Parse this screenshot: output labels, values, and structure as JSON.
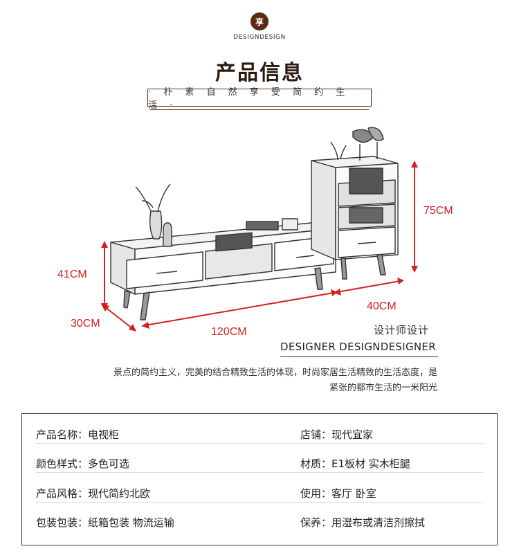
{
  "header": {
    "logo_char": "享",
    "brand": "DESIGNDESIGN",
    "title": "产品信息",
    "slogan": "· 朴 素 自 然 享 受 简 约 生 活 ·"
  },
  "dimensions": {
    "height_tv": "41CM",
    "depth": "30CM",
    "width": "120CM",
    "width_side": "40CM",
    "height_cabinet": "75CM"
  },
  "designer": {
    "cn": "设计师设计",
    "en": "DESIGNER DESIGNDESIGNER"
  },
  "description": {
    "line1": "景点的简约主义，完美的结合精致生活的体现，时尚家居生活精致的生活态度，是",
    "line2": "紧张的都市生活的一米阳光"
  },
  "info": {
    "left": [
      {
        "label": "产品名称：",
        "value": "电视柜"
      },
      {
        "label": "颜色样式：",
        "value": "多色可选"
      },
      {
        "label": "产品风格：",
        "value": "现代简约北欧"
      },
      {
        "label": "包装包装：",
        "value": "纸箱包装 物流运输"
      }
    ],
    "right": [
      {
        "label": "店铺：",
        "value": "现代宜家"
      },
      {
        "label": "材质：",
        "value": "E1板材 实木柜腿"
      },
      {
        "label": "使用：",
        "value": "客厅 卧室"
      },
      {
        "label": "保养：",
        "value": "用湿布或清洁剂擦拭"
      }
    ]
  },
  "colors": {
    "accent": "#d42020",
    "brand": "#5c2a14"
  }
}
